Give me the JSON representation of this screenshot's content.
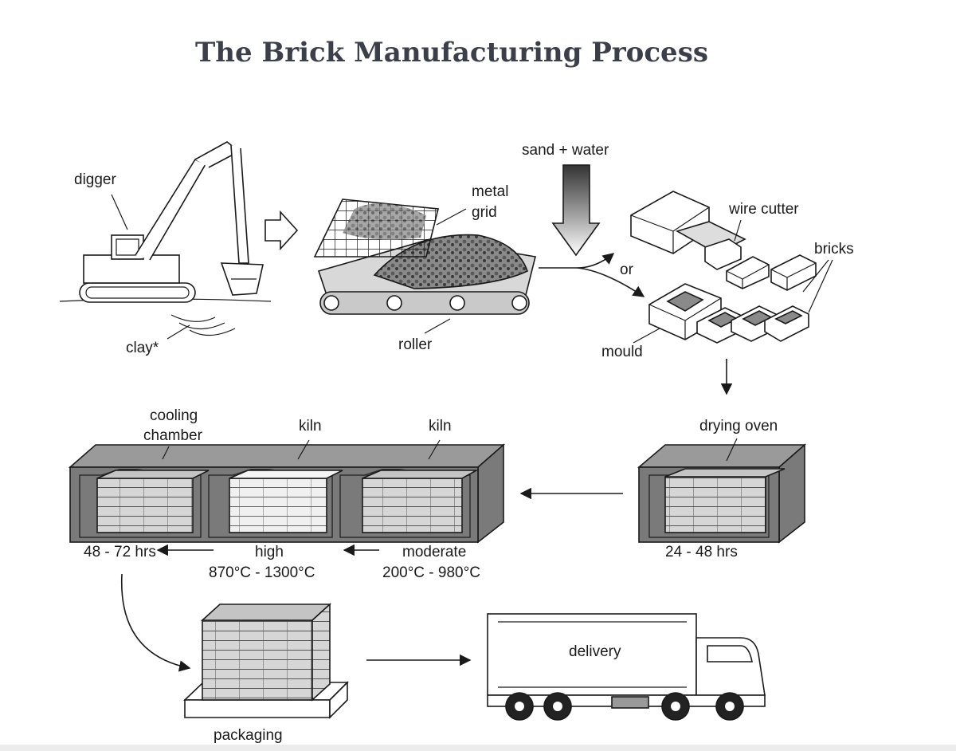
{
  "title": "The Brick Manufacturing Process",
  "labels": {
    "digger": "digger",
    "clay": "clay*",
    "metal": "metal",
    "grid": "grid",
    "roller": "roller",
    "sand_water": "sand + water",
    "or": "or",
    "wire_cutter": "wire cutter",
    "bricks": "bricks",
    "mould": "mould",
    "drying_oven": "drying oven",
    "drying_time": "24 - 48 hrs",
    "cooling_1": "cooling",
    "cooling_2": "chamber",
    "kiln_high": "kiln",
    "kiln_moderate": "kiln",
    "cooling_time": "48 - 72 hrs",
    "high": "high",
    "high_temp": "870°C - 1300°C",
    "moderate": "moderate",
    "moderate_temp": "200°C - 980°C",
    "packaging": "packaging",
    "delivery": "delivery"
  },
  "colors": {
    "title": "#3b3f4a",
    "box_side": "#7a7a7a",
    "box_top": "#9a9a9a",
    "box_inner": "#bcbcbc",
    "brick_dark": "#d6d6d6",
    "brick_light": "#eeeeee"
  }
}
